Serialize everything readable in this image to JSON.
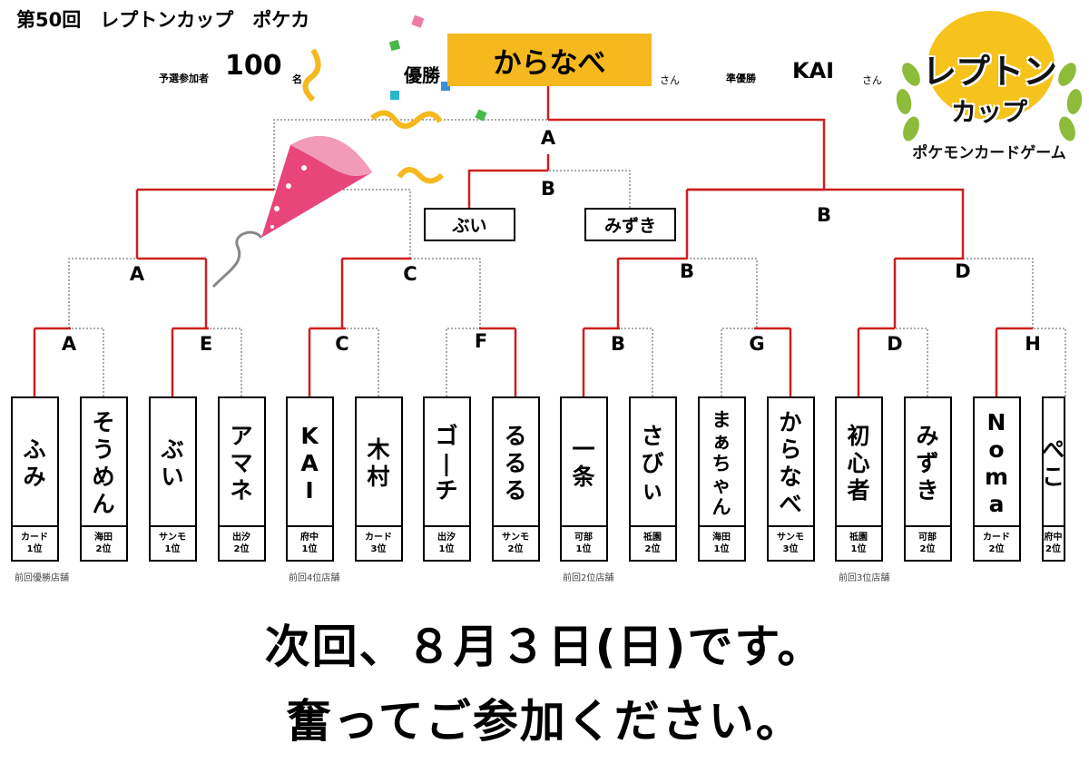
{
  "header": {
    "title": "第50回　レプトンカップ　ポケカ",
    "entrants_label": "予選参加者",
    "entrants_count": "100",
    "entrants_unit": "名",
    "champion_label": "優勝",
    "champion_name": "からなべ",
    "champion_suffix": "さん",
    "runnerup_label": "準優勝",
    "runnerup_name": "KAI",
    "runnerup_suffix": "さん"
  },
  "logo": {
    "line1": "レプトン",
    "line2": "カップ",
    "line3": "ポケモンカードゲーム"
  },
  "semifinal_losers": [
    "ぶい",
    "みずき"
  ],
  "match_labels": {
    "final": "A",
    "third": "B",
    "semi_left": "B",
    "qf": [
      "A",
      "C",
      "B",
      "D"
    ],
    "r1": [
      "A",
      "E",
      "C",
      "F",
      "B",
      "G",
      "D",
      "H"
    ]
  },
  "players": [
    {
      "name": "ふみ",
      "store": "カード",
      "rank": "1位"
    },
    {
      "name": "そうめん",
      "store": "海田",
      "rank": "2位"
    },
    {
      "name": "ぶい",
      "store": "サンモ",
      "rank": "1位"
    },
    {
      "name": "アマネ",
      "store": "出汐",
      "rank": "2位"
    },
    {
      "name": "KAI",
      "store": "府中",
      "rank": "1位"
    },
    {
      "name": "木村",
      "store": "カード",
      "rank": "3位"
    },
    {
      "name": "ゴーチ",
      "store": "出汐",
      "rank": "1位"
    },
    {
      "name": "るるる",
      "store": "サンモ",
      "rank": "2位"
    },
    {
      "name": "一条",
      "store": "可部",
      "rank": "1位"
    },
    {
      "name": "さびぃ",
      "store": "祗園",
      "rank": "2位"
    },
    {
      "name": "まぁちゃん",
      "store": "海田",
      "rank": "1位"
    },
    {
      "name": "からなべ",
      "store": "サンモ",
      "rank": "3位"
    },
    {
      "name": "初心者",
      "store": "祗園",
      "rank": "1位"
    },
    {
      "name": "みずき",
      "store": "可部",
      "rank": "2位"
    },
    {
      "name": "Noma",
      "store": "カード",
      "rank": "2位"
    },
    {
      "name": "ぺこ",
      "store": "府中",
      "rank": "2位"
    }
  ],
  "previous_notes": [
    "前回優勝店舗",
    "前回4位店舗",
    "前回2位店舗",
    "前回3位店舗"
  ],
  "announcement": {
    "line1": "次回、８月３日(日)です。",
    "line2": "奮ってご参加ください。"
  },
  "colors": {
    "winner_line": "#cc1f1f",
    "loser_line": "#555555",
    "champion_box": "#f5b81e",
    "popper": "#e8457a",
    "confetti": [
      "#f5b81e",
      "#3a8fd9",
      "#48b848",
      "#f07aa0",
      "#2bb5c8"
    ]
  }
}
